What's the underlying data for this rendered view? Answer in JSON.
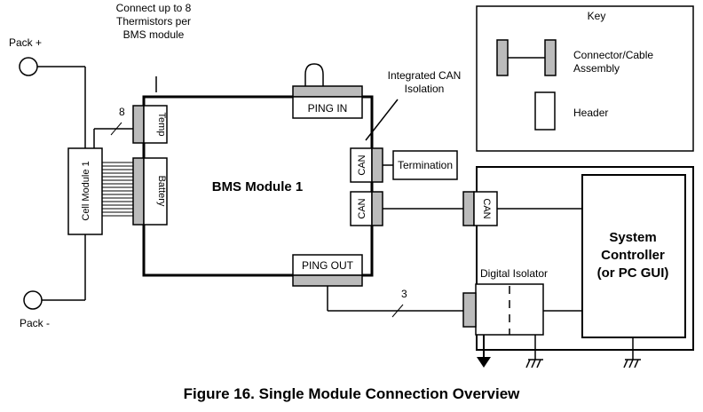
{
  "labels": {
    "pack_plus": "Pack +",
    "pack_minus": "Pack -",
    "thermistor_note": [
      "Connect up to 8",
      "Thermistors per",
      "BMS module"
    ],
    "temp": "Temp",
    "battery": "Battery",
    "cell_module": "Cell Module 1",
    "wire_count_temp": "8",
    "wire_count_isolator": "3",
    "ping_in": "PING IN",
    "ping_out": "PING OUT",
    "bms_module": "BMS Module 1",
    "can_top": "CAN",
    "can_bottom": "CAN",
    "can_system": "CAN",
    "termination": "Termination",
    "integrated_can": [
      "Integrated CAN",
      "Isolation"
    ],
    "digital_isolator": "Digital Isolator",
    "system_controller": [
      "System",
      "Controller",
      "(or PC GUI)"
    ]
  },
  "key": {
    "title": "Key",
    "connector_label": [
      "Connector/Cable",
      "Assembly"
    ],
    "header_label": "Header"
  },
  "caption": "Figure 16. Single Module Connection Overview"
}
